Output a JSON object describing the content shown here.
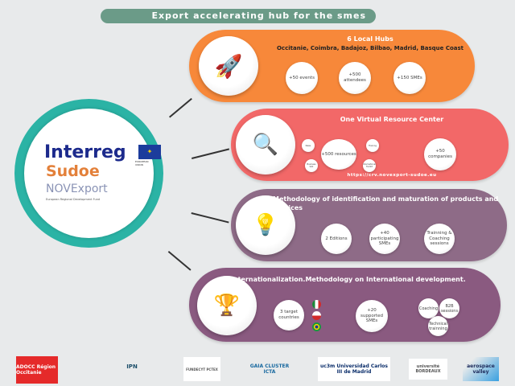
{
  "title": "Export accelerating hub for the smes",
  "center_logo": {
    "line1": "Interreg",
    "line2": "Sudoe",
    "line3": "NOVExport",
    "subtitle": "European Regional Development Fund",
    "eu_label": "EUROPEAN UNION"
  },
  "hubs": {
    "title": "6 Local Hubs",
    "subtitle": "Occitanie, Coimbra, Badajoz, Bilbao, Madrid, Basque Coast",
    "stats": [
      "+50 events",
      "+500 attendees",
      "+150 SMEs"
    ],
    "icon": "rocket-icon",
    "color": "#f7883a"
  },
  "resource": {
    "title": "One Virtual Resource Center",
    "main": "+500 resources",
    "satellites": [
      "News",
      "Training",
      "Business talk",
      "International Toolkit"
    ],
    "companies": "+50 companies",
    "url": "https://crv.novexport-sudoe.eu",
    "icon": "search-icon",
    "color": "#f26868"
  },
  "methodology": {
    "title": "Methodology of identification and maturation of products and services",
    "stats": [
      "2 Editions",
      "+40 participating SMEs",
      "Trainning & Coaching sessions"
    ],
    "icon": "lightbulb-icon",
    "color": "#8e6b87"
  },
  "international": {
    "title": "Internationalization.Methodology on International development.",
    "countries": "3 target countries",
    "smes": "+20 supported SMEs",
    "activities": [
      "Coaching",
      "B2B sessions",
      "Technical trainning"
    ],
    "flags": [
      "mexico",
      "chile",
      "brazil"
    ],
    "icon": "trophy-icon",
    "color": "#8a5a80"
  },
  "partners": [
    "ADOCC Région Occitanie",
    "IPN",
    "FUNDECYT PCTEX",
    "GAIA CLUSTER ICTA",
    "uc3m Universidad Carlos III de Madrid",
    "université BORDEAUX",
    "aerospace valley"
  ]
}
